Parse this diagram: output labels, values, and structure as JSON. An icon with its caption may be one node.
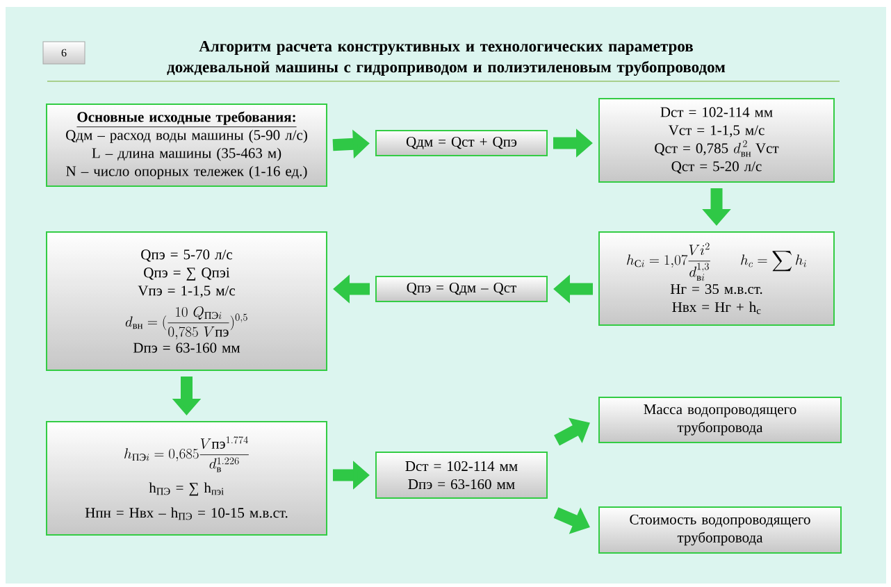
{
  "diagram": {
    "title": "Алгоритм расчета конструктивных и технологических параметров дождевальной машины с гидроприводом и полиэтиленовым трубопроводом",
    "nodes": [
      {
        "text": [
          "6"
        ]
      },
      {
        "text": [
          "Основные исходные требования:",
          "Qдм – расход воды машины (5-90 л/с)",
          "L – длина машины (35-463 м)",
          "N – число опорных тележек (1-16 ед.)"
        ]
      },
      {
        "text": [
          "Qдм = Qст + Qпэ"
        ]
      },
      {
        "text": [
          "Dст = 102-114 мм",
          "Vст = 1-1,5 м/с",
          "\\text{Qст = 0,785 }d_{\\text{вн}}^{\\,2}\\;\\text{Vст}",
          "Qст = 5-20 л/с"
        ]
      },
      {
        "text": [
          "h_{\\text{С}i} = 1{,}07\\frac{Vi^2}{d_{\\text{в}i}^{1{,}3}}\\qquad h_c = \\sum h_i",
          "Hг = 35 м.в.ст.",
          "Hвх = Hг + h$_{c}$"
        ]
      },
      {
        "text": [
          "Qпэ = Qдм – Qст"
        ]
      },
      {
        "text": [
          "Qпэ  = 5-70 л/с",
          "Qпэ = ∑ Qпэi",
          "Vпэ = 1-1,5 м/с",
          "d_{\\text{вн}} = (\\frac{10\\ Q_{\\text{ПЭ}i}}{0{,}785\\ V\\text{пэ}})^{0{,}5}",
          "Dпэ = 63-160 мм"
        ]
      },
      {
        "text": [
          "h_{\\text{ПЭ}i} = 0{,}685\\frac{V\\text{пэ}^{1.774}}{d_{\\text{в}}^{1.226}}",
          "h$_{ПЭ}$ = ∑ h$_{пэi}$",
          "Hпн = Hвх – h$_{ПЭ}$ = 10-15 м.в.ст."
        ]
      },
      {
        "text": [
          "Dст = 102-114 мм",
          "Dпэ = 63-160 мм"
        ]
      },
      {
        "text": [
          "Масса водопроводящего трубопровода"
        ]
      },
      {
        "text": [
          "Стоимость водопроводящего трубопровода"
        ]
      }
    ],
    "edges": [
      {
        "from": 1,
        "to": 2,
        "arrow": "to"
      },
      {
        "from": 2,
        "to": 3,
        "arrow": "to"
      },
      {
        "from": 3,
        "to": 4,
        "arrow": "to"
      },
      {
        "from": 4,
        "to": 5,
        "arrow": "to"
      },
      {
        "from": 5,
        "to": 6,
        "arrow": "to"
      },
      {
        "from": 6,
        "to": 7,
        "arrow": "to"
      },
      {
        "from": 7,
        "to": 8,
        "arrow": "to"
      },
      {
        "from": 8,
        "to": 9,
        "arrow": "to"
      },
      {
        "from": 8,
        "to": 10,
        "arrow": "to"
      }
    ]
  }
}
